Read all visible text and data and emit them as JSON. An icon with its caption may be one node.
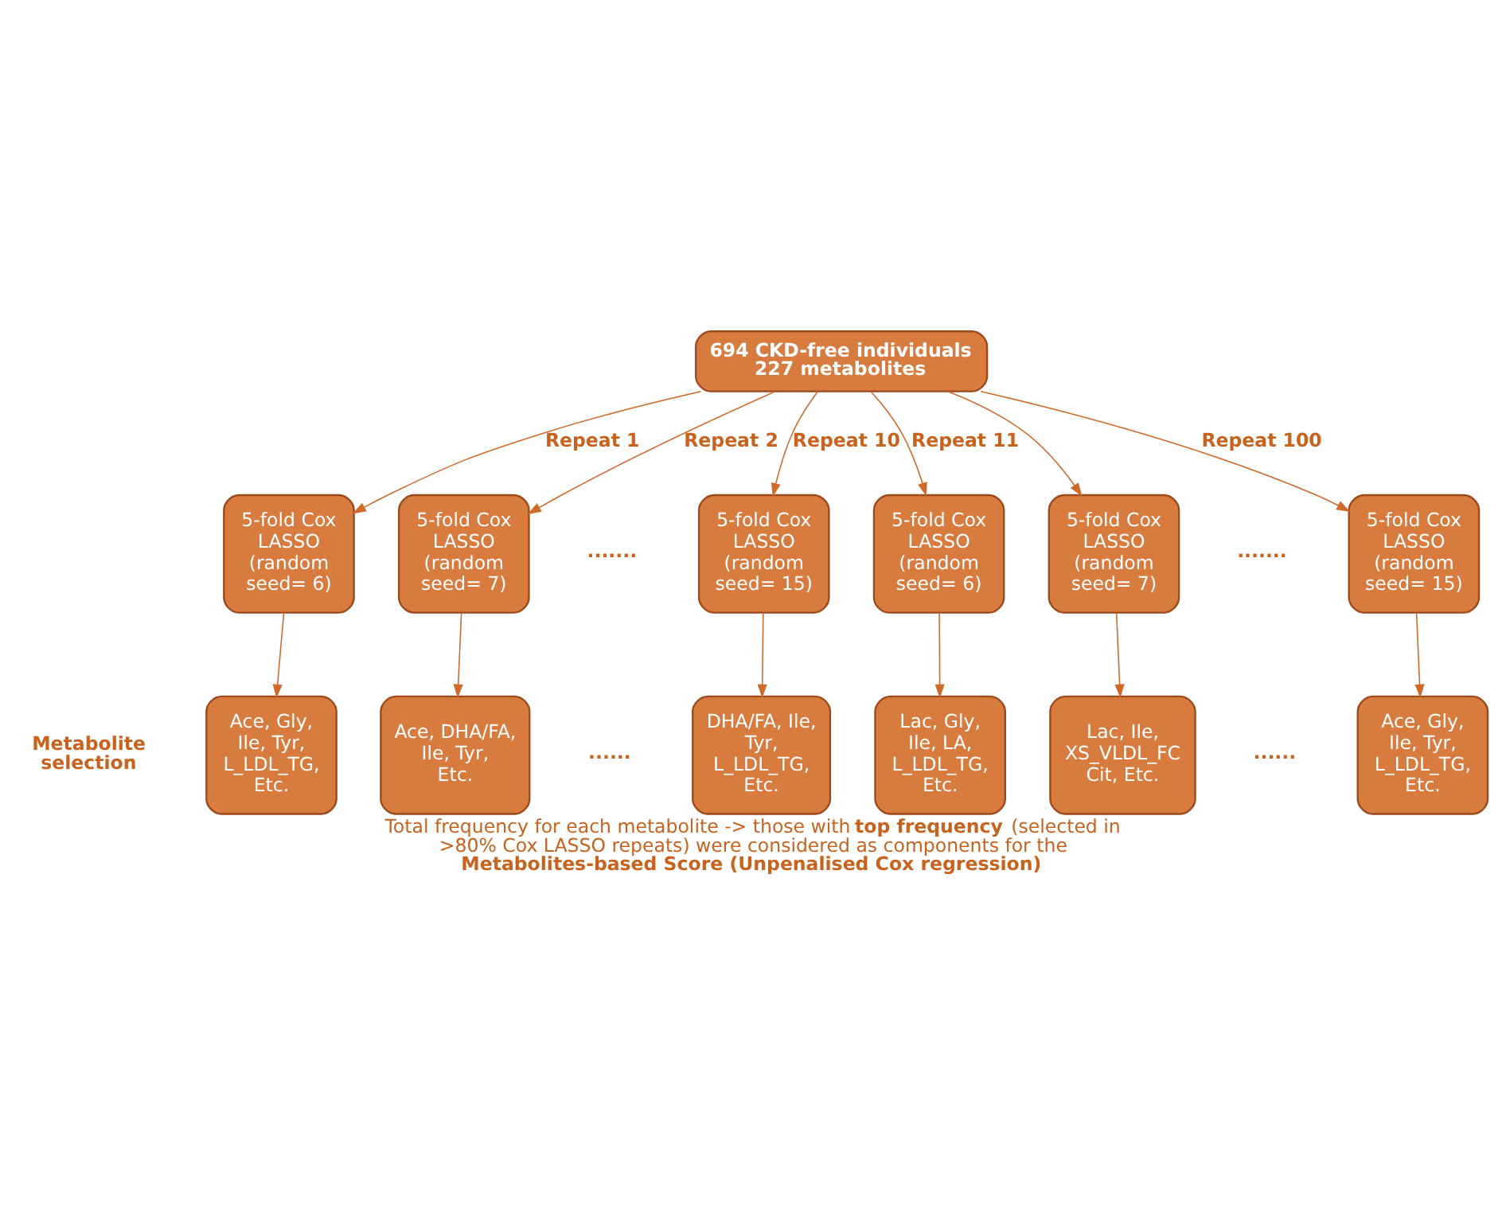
{
  "diagram": {
    "caption": "Total frequency for each metabolite -> those with **top frequency** (selected in >80% Cox LASSO repeats) were considered as components for the **Metabolites-based Score (Unpenalised Cox regression)**",
    "nodes": [
      {
        "text": [
          "694 CKD-free individuals 227 metabolites"
        ]
      },
      {
        "text": [
          "5-fold Cox LASSO (random seed= 6)"
        ]
      },
      {
        "text": [
          "5-fold Cox LASSO (random seed= 7)"
        ]
      },
      {
        "text": [
          "5-fold Cox LASSO (random seed= 15)"
        ]
      },
      {
        "text": [
          "5-fold Cox LASSO (random seed= 6)"
        ]
      },
      {
        "text": [
          "5-fold Cox LASSO (random seed= 7)"
        ]
      },
      {
        "text": [
          "5-fold Cox LASSO (random seed= 15)"
        ]
      },
      {
        "text": [
          "Ace, Gly, Ile, Tyr, L_LDL_TG, Etc."
        ]
      },
      {
        "text": [
          "Ace, DHA/FA, Ile, Tyr, Etc."
        ]
      },
      {
        "text": [
          "DHA/FA, Ile, Tyr, L_LDL_TG, Etc."
        ]
      },
      {
        "text": [
          "Lac, Gly, Ile, LA, L_LDL_TG, Etc."
        ]
      },
      {
        "text": [
          "Lac, Ile, XS_VLDL_FC Cit, Etc."
        ]
      },
      {
        "text": [
          "Ace, Gly, Ile, Tyr, L_LDL_TG, Etc."
        ]
      }
    ],
    "edges": [
      {
        "from": 0,
        "to": 1,
        "arrow": "to",
        "label": "Repeat 1"
      },
      {
        "from": 0,
        "to": 2,
        "arrow": "to",
        "label": "Repeat 2"
      },
      {
        "from": 0,
        "to": 3,
        "arrow": "to",
        "label": "Repeat 10"
      },
      {
        "from": 0,
        "to": 4,
        "arrow": "to",
        "label": "Repeat 11"
      },
      {
        "from": 0,
        "to": 5,
        "arrow": "to"
      },
      {
        "from": 0,
        "to": 6,
        "arrow": "to",
        "label": "Repeat 100"
      },
      {
        "from": 1,
        "to": 7,
        "arrow": "to"
      },
      {
        "from": 2,
        "to": 8,
        "arrow": "to"
      },
      {
        "from": 3,
        "to": 9,
        "arrow": "to"
      },
      {
        "from": 4,
        "to": 10,
        "arrow": "to"
      },
      {
        "from": 5,
        "to": 11,
        "arrow": "to"
      },
      {
        "from": 6,
        "to": 12,
        "arrow": "to"
      }
    ],
    "labels": [
      ".......",
      ".......",
      "Metabolite selection",
      "......",
      "......"
    ]
  }
}
